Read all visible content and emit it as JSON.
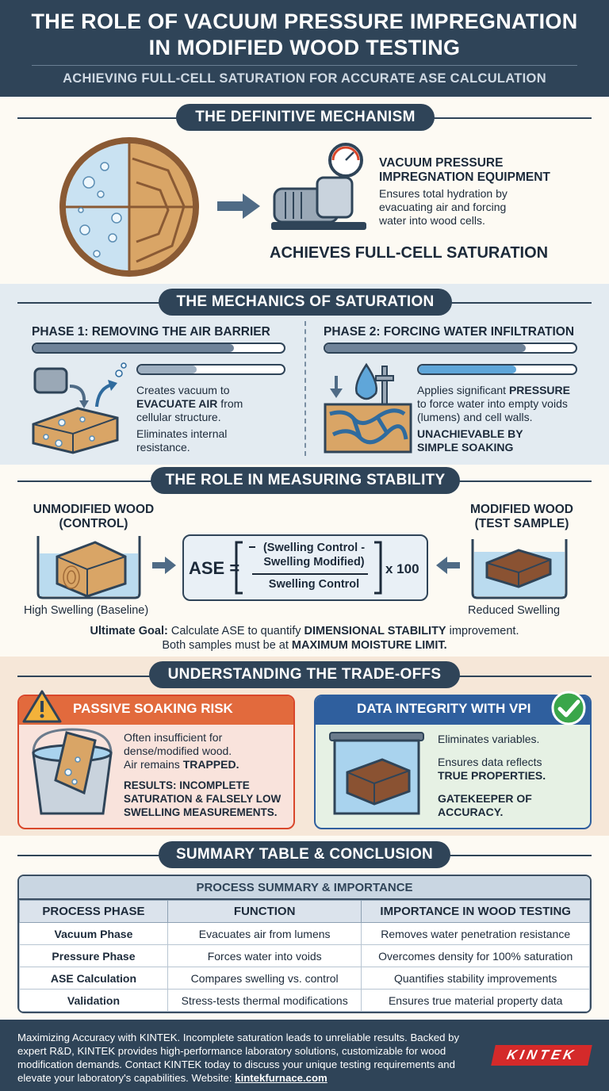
{
  "header": {
    "title_line1": "THE ROLE OF VACUUM PRESSURE IMPREGNATION",
    "title_line2": "IN MODIFIED WOOD TESTING",
    "subtitle": "ACHIEVING FULL-CELL SATURATION FOR ACCURATE ASE CALCULATION"
  },
  "mechanism": {
    "pill": "THE DEFINITIVE MECHANISM",
    "equipment_title_line1": "VACUUM PRESSURE",
    "equipment_title_line2": "IMPREGNATION EQUIPMENT",
    "equipment_desc_line1": "Ensures total hydration by",
    "equipment_desc_line2": "evacuating air and forcing",
    "equipment_desc_line3": "water into wood cells.",
    "result": "ACHIEVES FULL-CELL SATURATION"
  },
  "saturation": {
    "pill": "THE MECHANICS OF SATURATION",
    "phase1": {
      "title": "PHASE 1: REMOVING THE AIR BARRIER",
      "line1": "Creates vacuum to",
      "line2_bold": "EVACUATE AIR",
      "line2_rest": " from",
      "line3": "cellular structure.",
      "line4": "Eliminates internal",
      "line5": "resistance.",
      "progress_main": 0.8,
      "progress_small": 0.4
    },
    "phase2": {
      "title": "PHASE 2: FORCING WATER INFILTRATION",
      "line1_pre": "Applies significant ",
      "line1_bold": "PRESSURE",
      "line2": "to force water into empty voids",
      "line3": "(lumens) and cell walls.",
      "line4": "UNACHIEVABLE BY",
      "line5": "SIMPLE SOAKING",
      "progress_main": 0.8,
      "progress_small": 0.62
    }
  },
  "stability": {
    "pill": "THE ROLE IN MEASURING STABILITY",
    "left_title_line1": "UNMODIFIED WOOD",
    "left_title_line2": "(CONTROL)",
    "left_caption": "High Swelling (Baseline)",
    "right_title_line1": "MODIFIED WOOD",
    "right_title_line2": "(TEST SAMPLE)",
    "right_caption": "Reduced Swelling",
    "formula_lhs": "ASE =",
    "formula_num_line1": "(Swelling Control -",
    "formula_num_line2": "Swelling Modified)",
    "formula_den": "Swelling Control",
    "formula_mult": "x 100",
    "goal_label": "Ultimate Goal:",
    "goal_text": " Calculate ASE to quantify ",
    "goal_bold": "DIMENSIONAL STABILITY",
    "goal_end": " improvement.",
    "goal2_text": "Both samples must be at ",
    "goal2_bold": "MAXIMUM MOISTURE LIMIT."
  },
  "tradeoffs": {
    "pill": "UNDERSTANDING THE TRADE-OFFS",
    "risk": {
      "title": "PASSIVE SOAKING RISK",
      "line1": "Often insufficient for",
      "line2": "dense/modified wood.",
      "line3_pre": "Air remains ",
      "line3_bold": "TRAPPED.",
      "result_line1": "RESULTS: INCOMPLETE",
      "result_line2": "SATURATION & FALSELY LOW",
      "result_line3": "SWELLING MEASUREMENTS."
    },
    "vpi": {
      "title": "DATA INTEGRITY WITH VPI",
      "line1": "Eliminates variables.",
      "line2": "Ensures data reflects",
      "line3": "TRUE PROPERTIES.",
      "line4": "GATEKEEPER OF",
      "line5": "ACCURACY."
    }
  },
  "summary": {
    "pill": "SUMMARY TABLE & CONCLUSION",
    "caption": "PROCESS SUMMARY & IMPORTANCE",
    "columns": [
      "PROCESS PHASE",
      "FUNCTION",
      "IMPORTANCE IN WOOD TESTING"
    ],
    "rows": [
      [
        "Vacuum Phase",
        "Evacuates air from lumens",
        "Removes water penetration resistance"
      ],
      [
        "Pressure Phase",
        "Forces water into voids",
        "Overcomes density for 100% saturation"
      ],
      [
        "ASE Calculation",
        "Compares swelling vs. control",
        "Quantifies stability improvements"
      ],
      [
        "Validation",
        "Stress-tests thermal modifications",
        "Ensures true material property data"
      ]
    ]
  },
  "footer": {
    "text": "Maximizing Accuracy with KINTEK. Incomplete saturation leads to unreliable results. Backed by expert R&D, KINTEK provides high-performance laboratory solutions, customizable for wood modification demands. Contact KINTEK today to discuss your unique testing requirements and elevate your laboratory's capabilities. Website: ",
    "website": "kintekfurnace.com",
    "logo": "KINTEK"
  },
  "colors": {
    "navy": "#2f4458",
    "wood": "#c98a4a",
    "water": "#9cc9e6",
    "risk_red": "#d9472b",
    "vpi_blue": "#2f5f9e",
    "check_green": "#3aa64a"
  }
}
